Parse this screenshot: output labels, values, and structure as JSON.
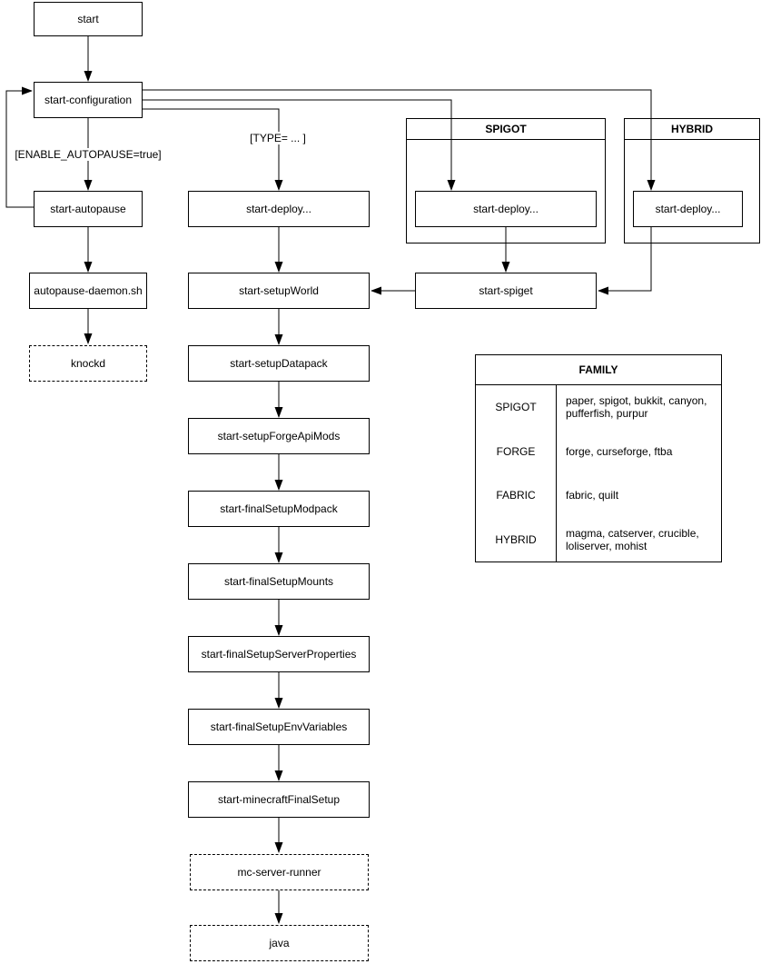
{
  "nodes": {
    "start": "start",
    "start_configuration": "start-configuration",
    "start_autopause": "start-autopause",
    "autopause_daemon": "autopause-daemon.sh",
    "knockd": "knockd",
    "deploy_main": "start-deploy...",
    "deploy_spigot": "start-deploy...",
    "deploy_hybrid": "start-deploy...",
    "start_spiget": "start-spiget",
    "setup_world": "start-setupWorld",
    "setup_datapack": "start-setupDatapack",
    "setup_forge_api_mods": "start-setupForgeApiMods",
    "final_setup_modpack": "start-finalSetupModpack",
    "final_setup_mounts": "start-finalSetupMounts",
    "final_setup_server_properties": "start-finalSetupServerProperties",
    "final_setup_env_variables": "start-finalSetupEnvVariables",
    "minecraft_final_setup": "start-minecraftFinalSetup",
    "mc_server_runner": "mc-server-runner",
    "java": "java"
  },
  "groups": {
    "spigot": "SPIGOT",
    "hybrid": "HYBRID"
  },
  "edge_labels": {
    "enable_autopause": "[ENABLE_AUTOPAUSE=true]",
    "type": "[TYPE= ... ]"
  },
  "family_table": {
    "title": "FAMILY",
    "rows": [
      {
        "family": "SPIGOT",
        "types": "paper, spigot, bukkit, canyon, pufferfish, purpur"
      },
      {
        "family": "FORGE",
        "types": "forge, curseforge, ftba"
      },
      {
        "family": "FABRIC",
        "types": "fabric, quilt"
      },
      {
        "family": "HYBRID",
        "types": "magma, catserver, crucible, loliserver, mohist"
      }
    ]
  },
  "colors": {
    "stroke": "#000000",
    "background": "#ffffff",
    "text": "#000000"
  }
}
